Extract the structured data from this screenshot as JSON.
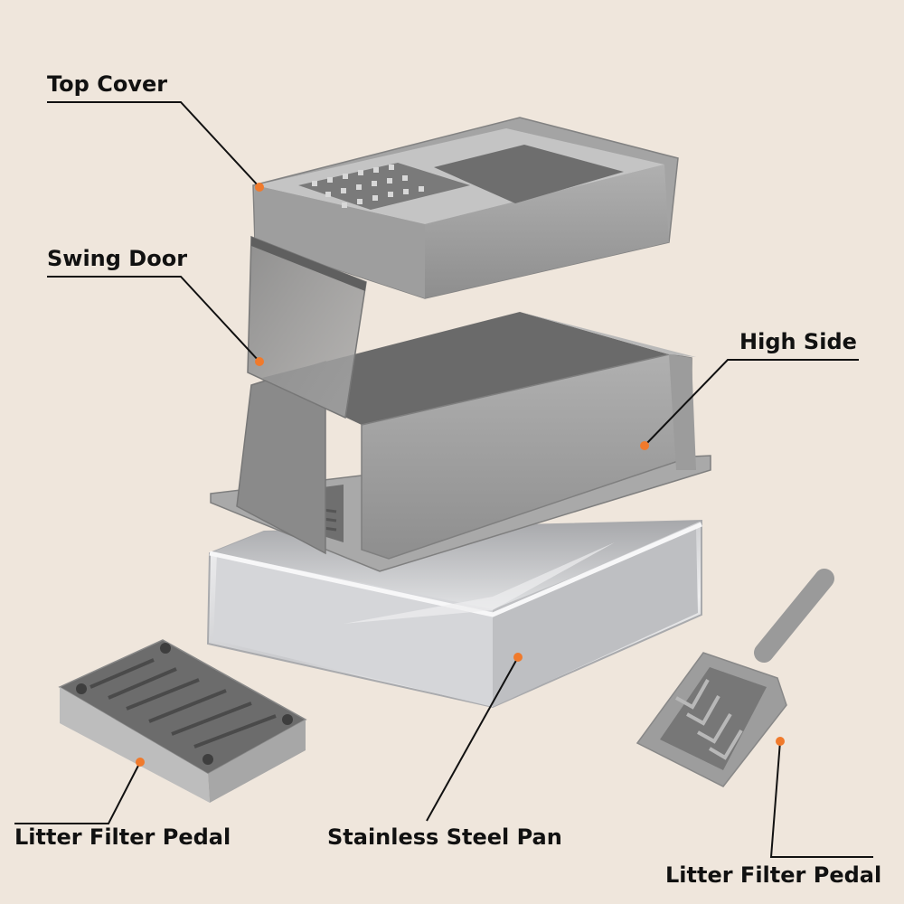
{
  "labels": {
    "top_cover": "Top Cover",
    "swing_door": "Swing Door",
    "high_side": "High Side",
    "filter_pedal_left": "Litter Filter Pedal",
    "steel_pan": "Stainless Steel Pan",
    "filter_pedal_right": "Litter Filter Pedal"
  },
  "colors": {
    "background": "#efe6dc",
    "plastic_gray": "#9a9a9a",
    "dark_gray": "#6f6f6f",
    "steel": "#d9dadc",
    "callout_dot": "#f07a2c",
    "leader_line": "#111111"
  }
}
